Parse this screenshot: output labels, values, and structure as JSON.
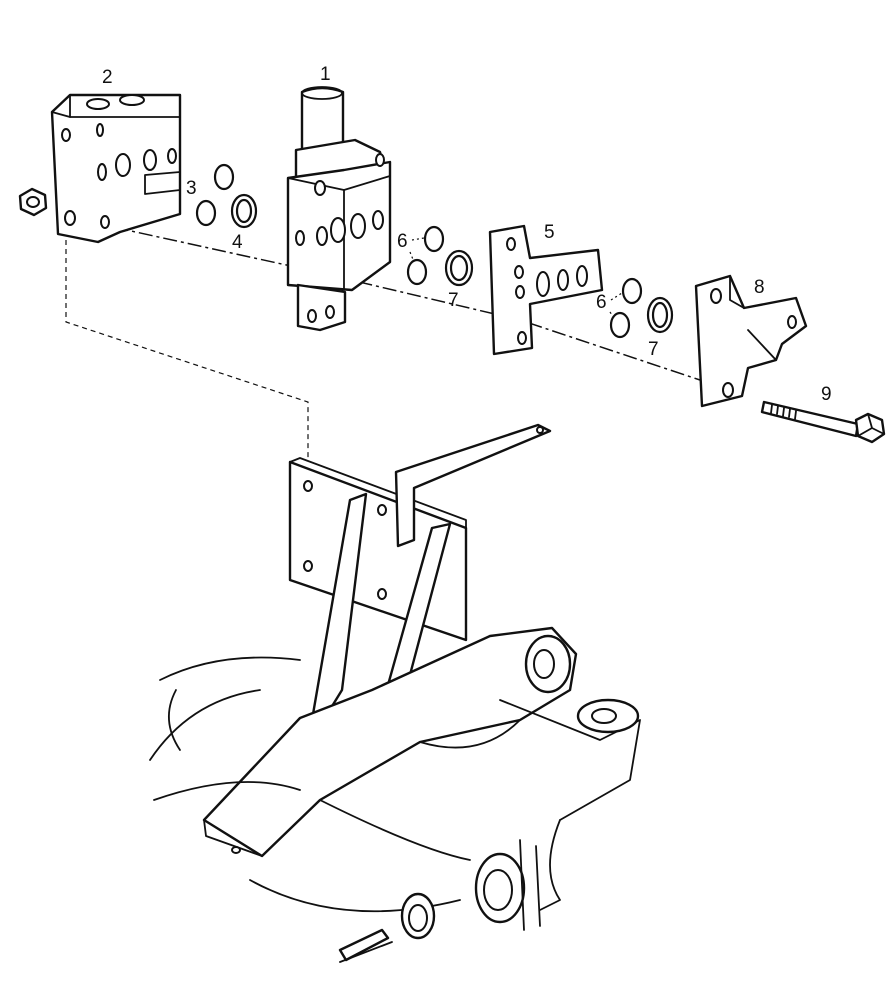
{
  "diagram": {
    "callouts": [
      {
        "id": "1",
        "text": "1"
      },
      {
        "id": "2",
        "text": "2"
      },
      {
        "id": "3",
        "text": "3"
      },
      {
        "id": "4",
        "text": "4"
      },
      {
        "id": "5",
        "text": "5"
      },
      {
        "id": "6a",
        "text": "6"
      },
      {
        "id": "7a",
        "text": "7"
      },
      {
        "id": "6b",
        "text": "6"
      },
      {
        "id": "7b",
        "text": "7"
      },
      {
        "id": "8",
        "text": "8"
      },
      {
        "id": "9",
        "text": "9"
      }
    ],
    "colors": {
      "ink": "#111111",
      "paper": "#ffffff"
    }
  }
}
